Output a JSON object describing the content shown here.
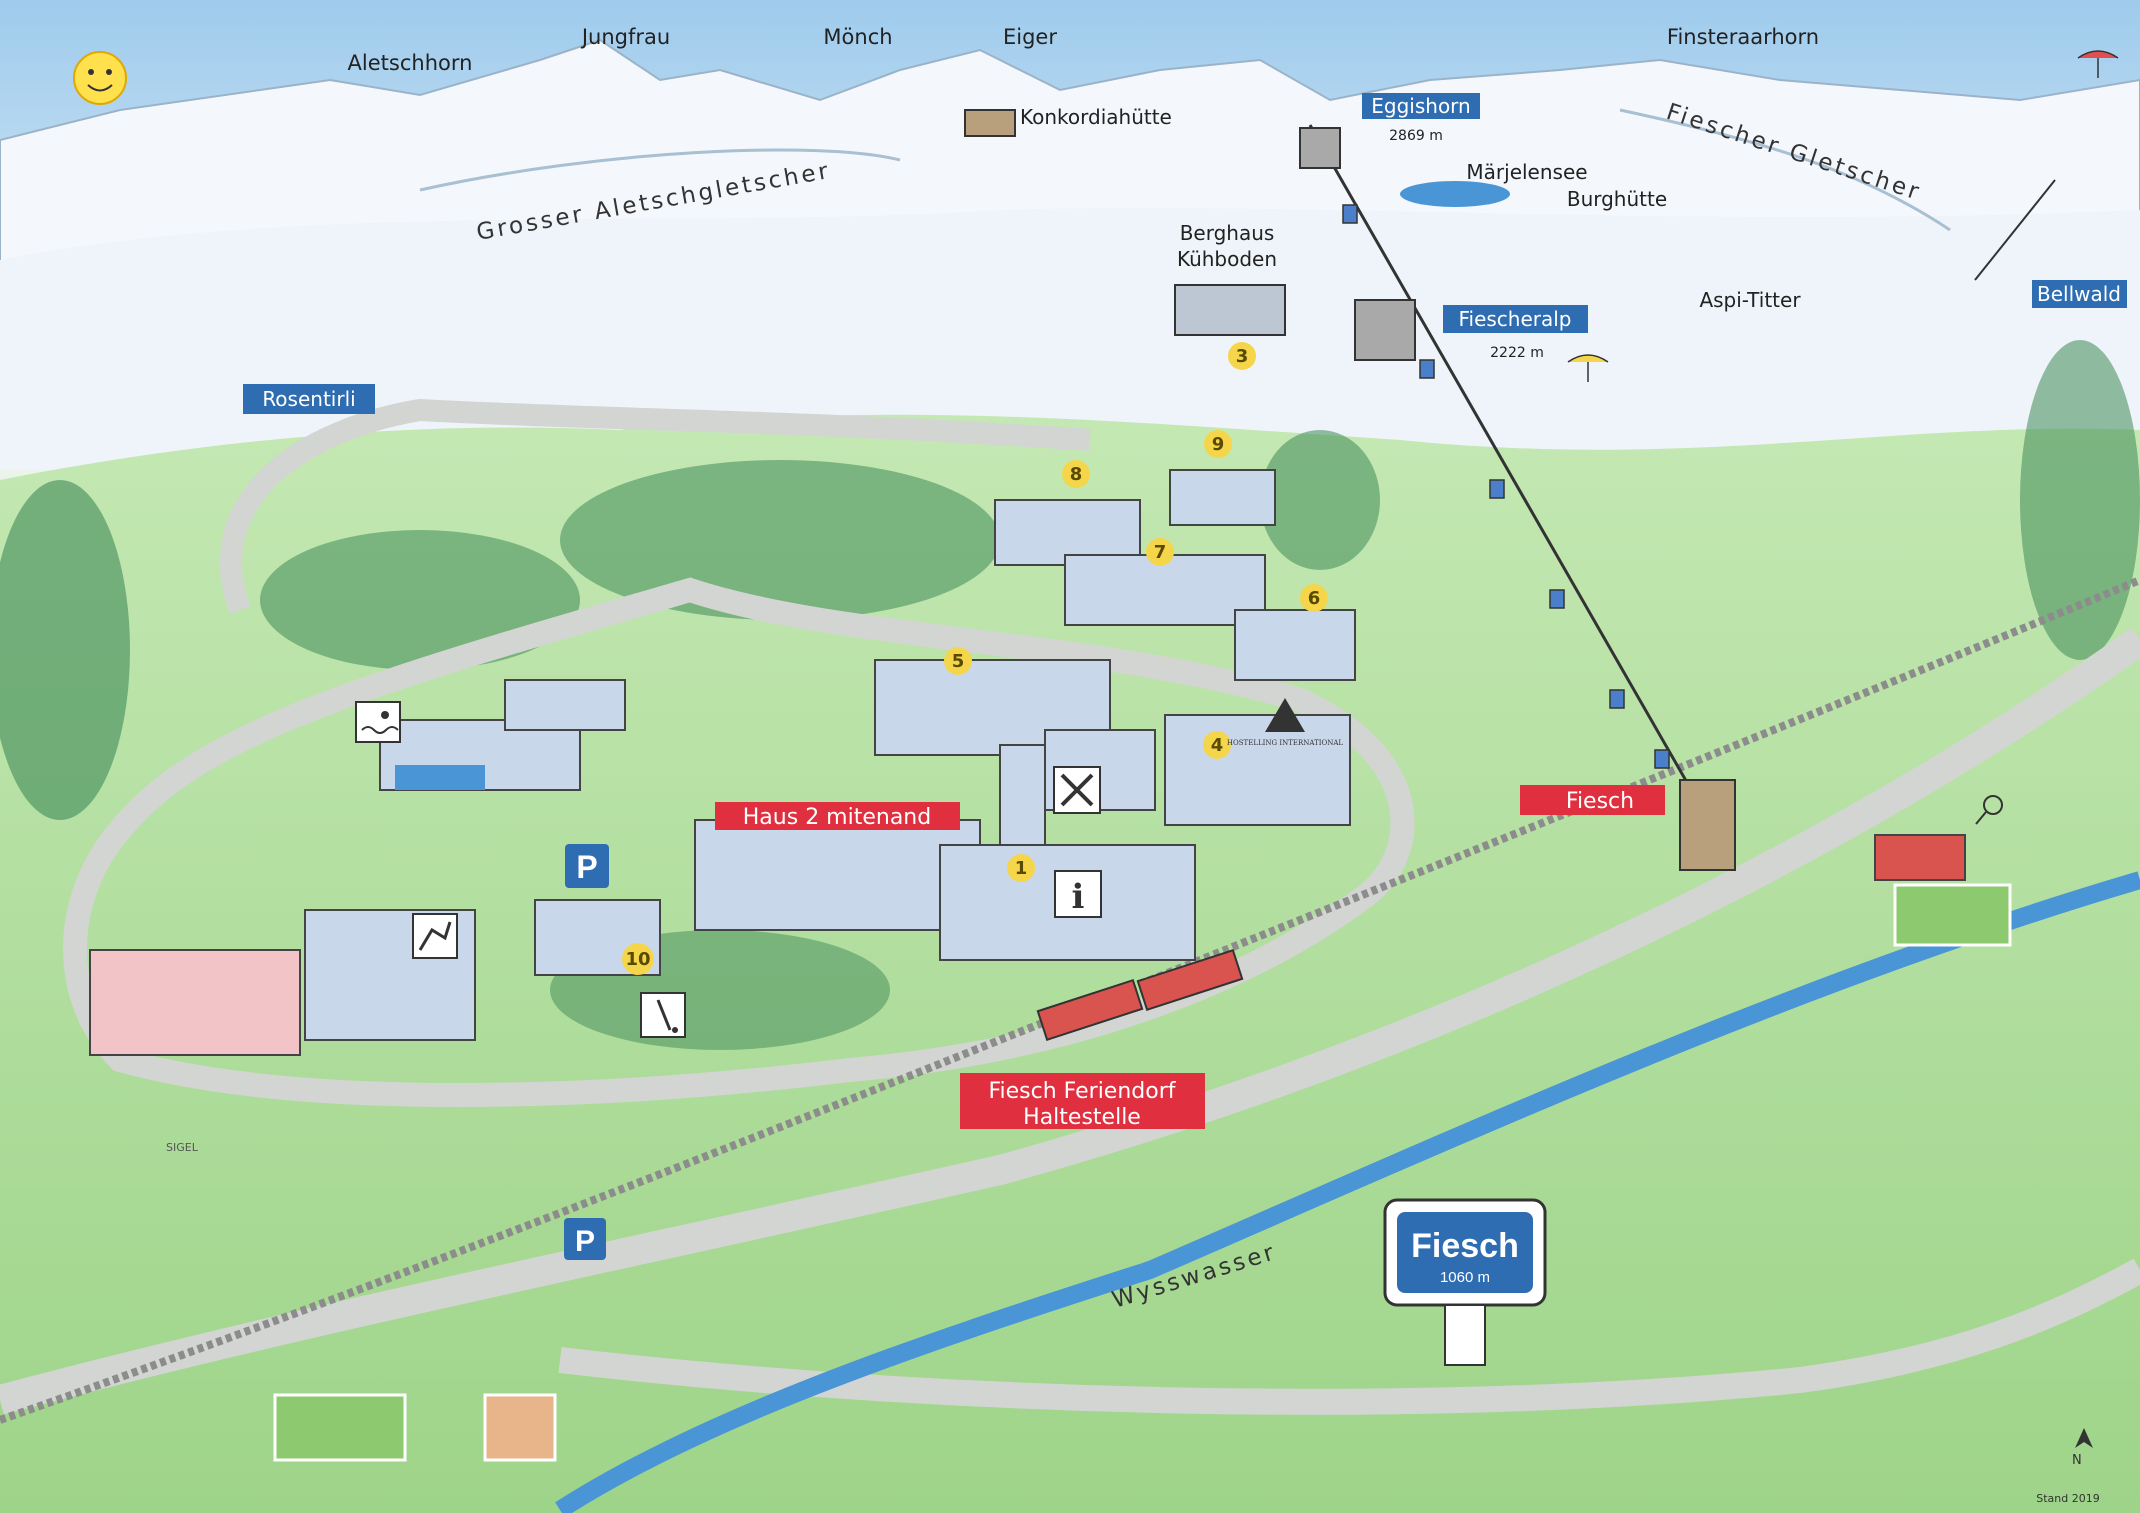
{
  "peaks": [
    "Aletschhorn",
    "Jungfrau",
    "Mönch",
    "Eiger",
    "Finsteraarhorn"
  ],
  "glaciers": [
    "Grosser Aletschgletscher",
    "Fiescher Gletscher"
  ],
  "places": {
    "konkordia": "Konkordiahütte",
    "eggishorn": "Eggishorn",
    "eggishorn_alt": "2869 m",
    "maerjelensee": "Märjelensee",
    "burghuette": "Burghütte",
    "berghaus_1": "Berghaus",
    "berghaus_2": "Kühboden",
    "fiescheralp": "Fiescheralp",
    "fiescheralp_alt": "2222 m",
    "aspi": "Aspi-Titter",
    "bellwald": "Bellwald",
    "rosentirli": "Rosentirli",
    "fiesch_station": "Fiesch",
    "haus2": "Haus 2 mitenand",
    "haltestelle_1": "Fiesch Feriendorf",
    "haltestelle_2": "Haltestelle",
    "wysswasser": "Wysswasser",
    "fiesch_sign": "Fiesch",
    "fiesch_sign_alt": "1060 m",
    "stand": "Stand 2019",
    "signature": "SIGEL",
    "north": "N",
    "hostelling": "HOSTELLING INTERNATIONAL",
    "parking": "P",
    "info": "i"
  },
  "building_numbers": [
    "1",
    "3",
    "4",
    "5",
    "6",
    "7",
    "8",
    "9",
    "10"
  ],
  "icons": [
    "sun-icon",
    "paraglider-icon",
    "swimming-icon",
    "climbing-icon",
    "restaurant-icon",
    "info-icon",
    "minigolf-icon",
    "parking-icon",
    "hostelling-logo",
    "north-arrow-icon",
    "tennis-icon"
  ],
  "colors": {
    "sky": "#cfe5f5",
    "snow": "#ffffff",
    "grass": "#a9dc93",
    "road": "#d9dbd9",
    "river": "#4a95d6",
    "blue_label": "#2f6db3",
    "red_label": "#e03040",
    "number_badge": "#f5d64a",
    "tree": "#2f7a48"
  }
}
